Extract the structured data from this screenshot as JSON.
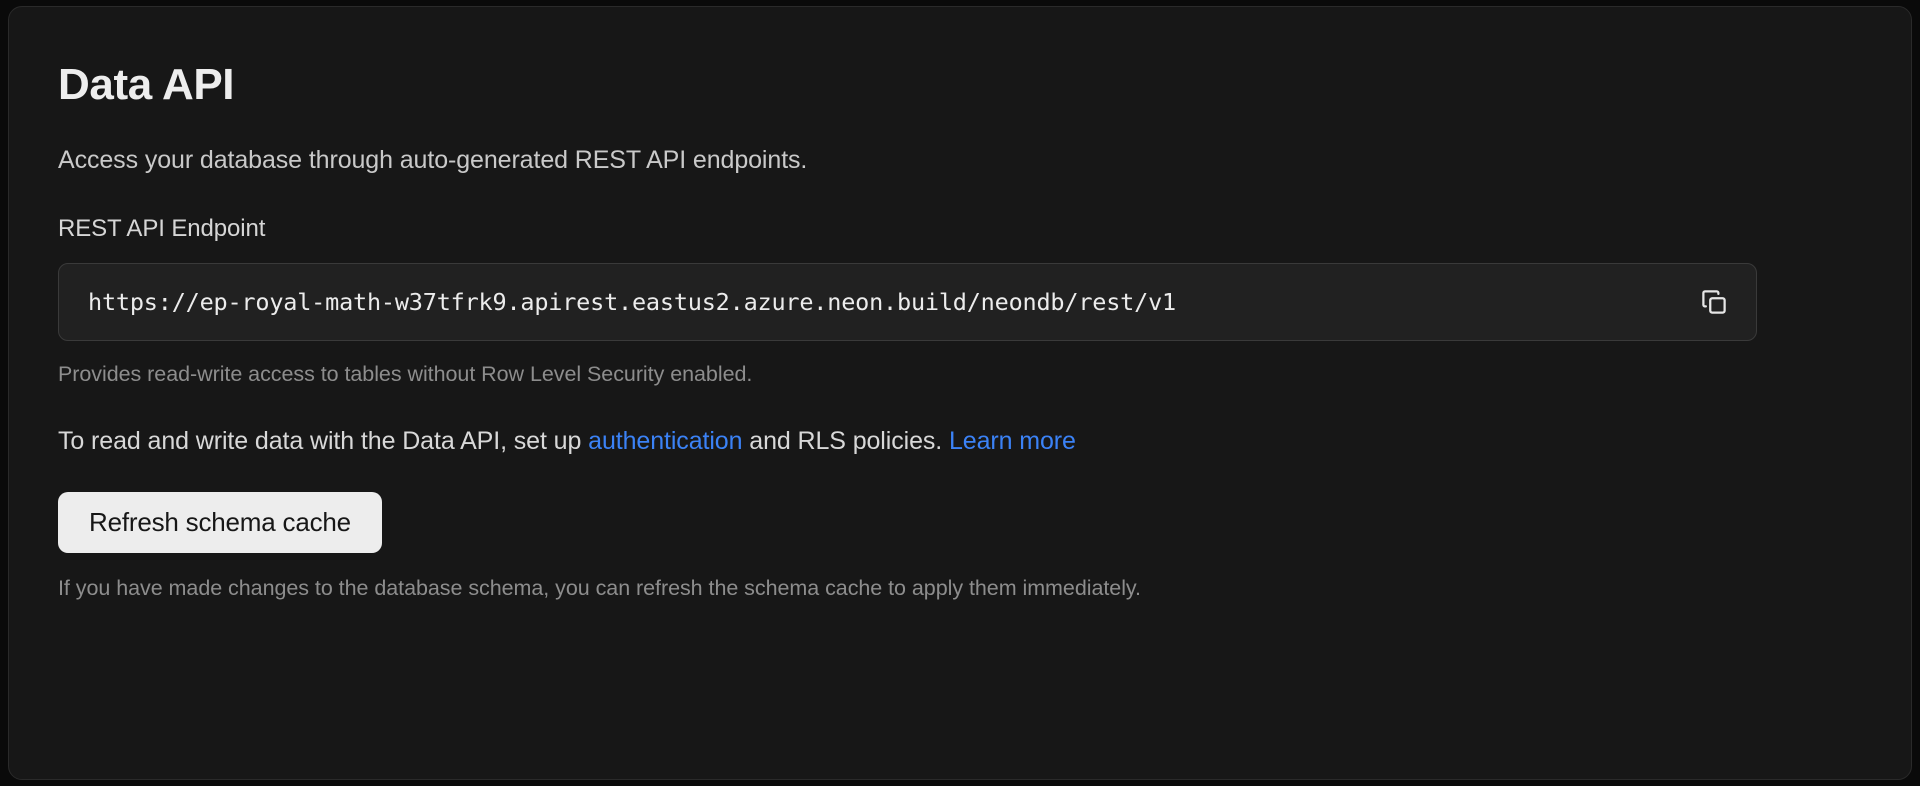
{
  "colors": {
    "page_background": "#0a0a0a",
    "card_background": "#171717",
    "card_border": "#2a2a2a",
    "input_background": "#212121",
    "input_border": "#3a3a3a",
    "link_accent": "#3b82f6",
    "button_background": "#ededed",
    "button_text": "#171717",
    "primary_text": "#ededed",
    "muted_text": "#8d8d8d"
  },
  "card": {
    "title": "Data API",
    "subtitle": "Access your database through auto-generated REST API endpoints.",
    "endpoint_field": {
      "label": "REST API Endpoint",
      "value": "https://ep-royal-math-w37tfrk9.apirest.eastus2.azure.neon.build/neondb/rest/v1",
      "placeholder": "https://",
      "copy_icon": "copy-icon",
      "helper_text": "Provides read-write access to tables without Row Level Security enabled."
    },
    "auth_note": {
      "lead": "To read and write data with the Data API, set up ",
      "link_auth": "authentication",
      "middle": " and RLS policies. ",
      "link_learn_more": "Learn more"
    },
    "refresh": {
      "button_label": "Refresh schema cache",
      "footnote": "If you have made changes to the database schema, you can refresh the schema cache to apply them immediately."
    }
  }
}
